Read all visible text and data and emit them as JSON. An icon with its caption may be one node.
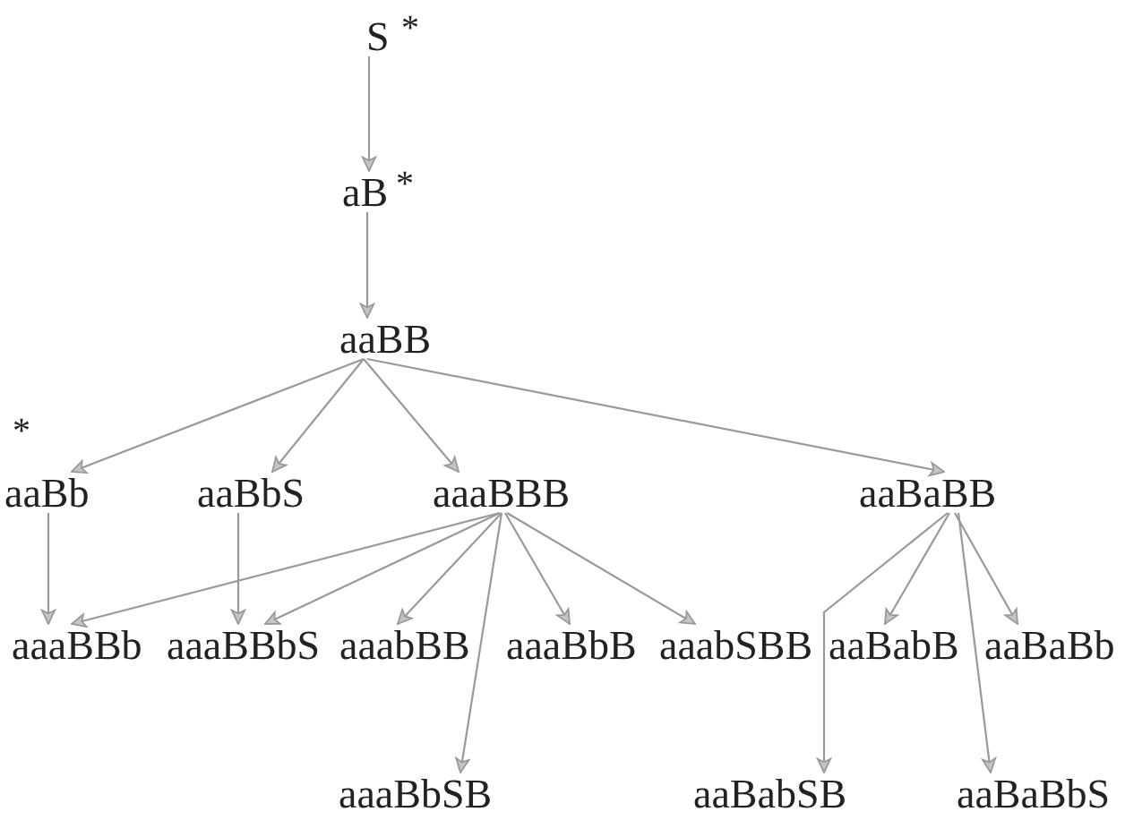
{
  "diagram": {
    "nodes": [
      {
        "text": [
          "S"
        ],
        "beside": [
          "*"
        ]
      },
      {
        "text": [
          "aB"
        ],
        "beside": [
          "*"
        ]
      },
      {
        "text": [
          "aaBB"
        ]
      },
      {
        "text": [
          "aaBb"
        ],
        "beside": [
          "*"
        ]
      },
      {
        "text": [
          "aaBbS"
        ]
      },
      {
        "text": [
          "aaaBBB"
        ]
      },
      {
        "text": [
          "aaBaBB"
        ]
      },
      {
        "text": [
          "aaaBBb"
        ]
      },
      {
        "text": [
          "aaaBBbS"
        ]
      },
      {
        "text": [
          "aaabBB"
        ]
      },
      {
        "text": [
          "aaaBbB"
        ]
      },
      {
        "text": [
          "aaabSBB"
        ]
      },
      {
        "text": [
          "aaBabB"
        ]
      },
      {
        "text": [
          "aaBaBb"
        ]
      },
      {
        "text": [
          "aaaBbSB"
        ]
      },
      {
        "text": [
          "aaBabSB"
        ]
      },
      {
        "text": [
          "aaBaBbS"
        ]
      }
    ],
    "edges": [
      {
        "from": 0,
        "to": 1,
        "arrow": "to"
      },
      {
        "from": 1,
        "to": 2,
        "arrow": "to"
      },
      {
        "from": 2,
        "to": 3,
        "arrow": "to"
      },
      {
        "from": 2,
        "to": 4,
        "arrow": "to"
      },
      {
        "from": 2,
        "to": 5,
        "arrow": "to"
      },
      {
        "from": 2,
        "to": 6,
        "arrow": "to"
      },
      {
        "from": 3,
        "to": 7,
        "arrow": "to"
      },
      {
        "from": 4,
        "to": 8,
        "arrow": "to"
      },
      {
        "from": 5,
        "to": 7,
        "arrow": "to"
      },
      {
        "from": 5,
        "to": 8,
        "arrow": "to"
      },
      {
        "from": 5,
        "to": 9,
        "arrow": "to"
      },
      {
        "from": 5,
        "to": 10,
        "arrow": "to"
      },
      {
        "from": 5,
        "to": 11,
        "arrow": "to"
      },
      {
        "from": 5,
        "to": 14,
        "arrow": "to"
      },
      {
        "from": 6,
        "to": 15,
        "arrow": "to"
      },
      {
        "from": 6,
        "to": 12,
        "arrow": "to"
      },
      {
        "from": 6,
        "to": 13,
        "arrow": "to"
      },
      {
        "from": 6,
        "to": 16,
        "arrow": "to"
      }
    ]
  }
}
